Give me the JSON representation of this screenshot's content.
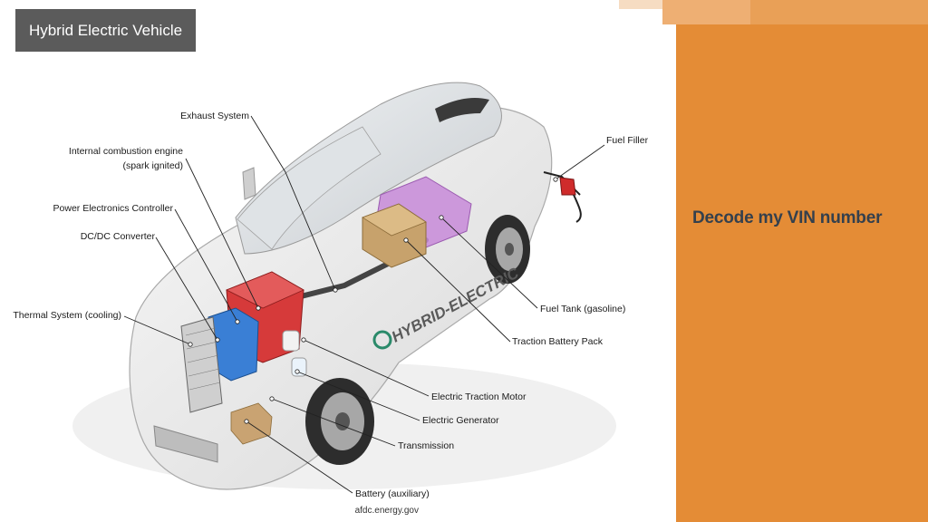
{
  "slide": {
    "diagram_title": "Hybrid Electric Vehicle",
    "source_credit": "afdc.energy.gov",
    "side_heading": "Decode my VIN number"
  },
  "callouts": {
    "exhaust_system": "Exhaust System",
    "ice_line1": "Internal combustion engine",
    "ice_line2": "(spark ignited)",
    "power_electronics": "Power Electronics Controller",
    "dcdc_converter": "DC/DC Converter",
    "thermal_system": "Thermal System (cooling)",
    "fuel_filler": "Fuel Filler",
    "fuel_tank": "Fuel Tank (gasoline)",
    "traction_battery": "Traction Battery Pack",
    "traction_motor": "Electric Traction Motor",
    "generator": "Electric Generator",
    "transmission": "Transmission",
    "aux_battery": "Battery (auxiliary)"
  },
  "car_branding": "HYBRID-ELECTRIC",
  "colors": {
    "side_panel": "#e48c36",
    "heading_text": "#34404d",
    "title_badge": "#5b5b5b"
  }
}
